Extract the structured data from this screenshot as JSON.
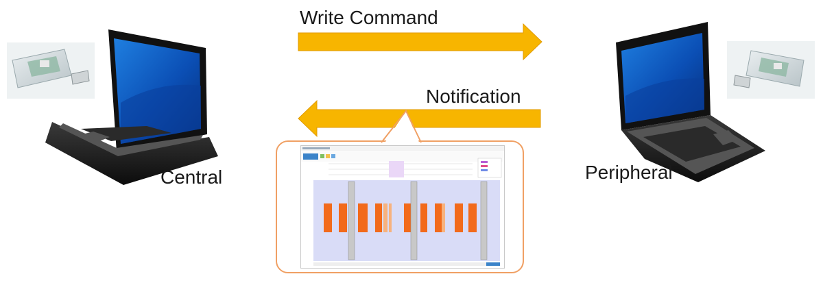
{
  "arrows": {
    "write_command": "Write Command",
    "notification": "Notification"
  },
  "devices": {
    "central_label": "Central",
    "peripheral_label": "Peripheral"
  },
  "colors": {
    "arrow_fill": "#f7b500",
    "arrow_edge": "#e09a00",
    "callout_border": "#f0a064",
    "packet_orange": "#f26a1b",
    "packet_light": "#f7b27e",
    "plot_bg": "#d9dcf7"
  },
  "icons": {
    "laptop": "laptop-icon",
    "usb_dongle": "usb-dongle-icon"
  }
}
